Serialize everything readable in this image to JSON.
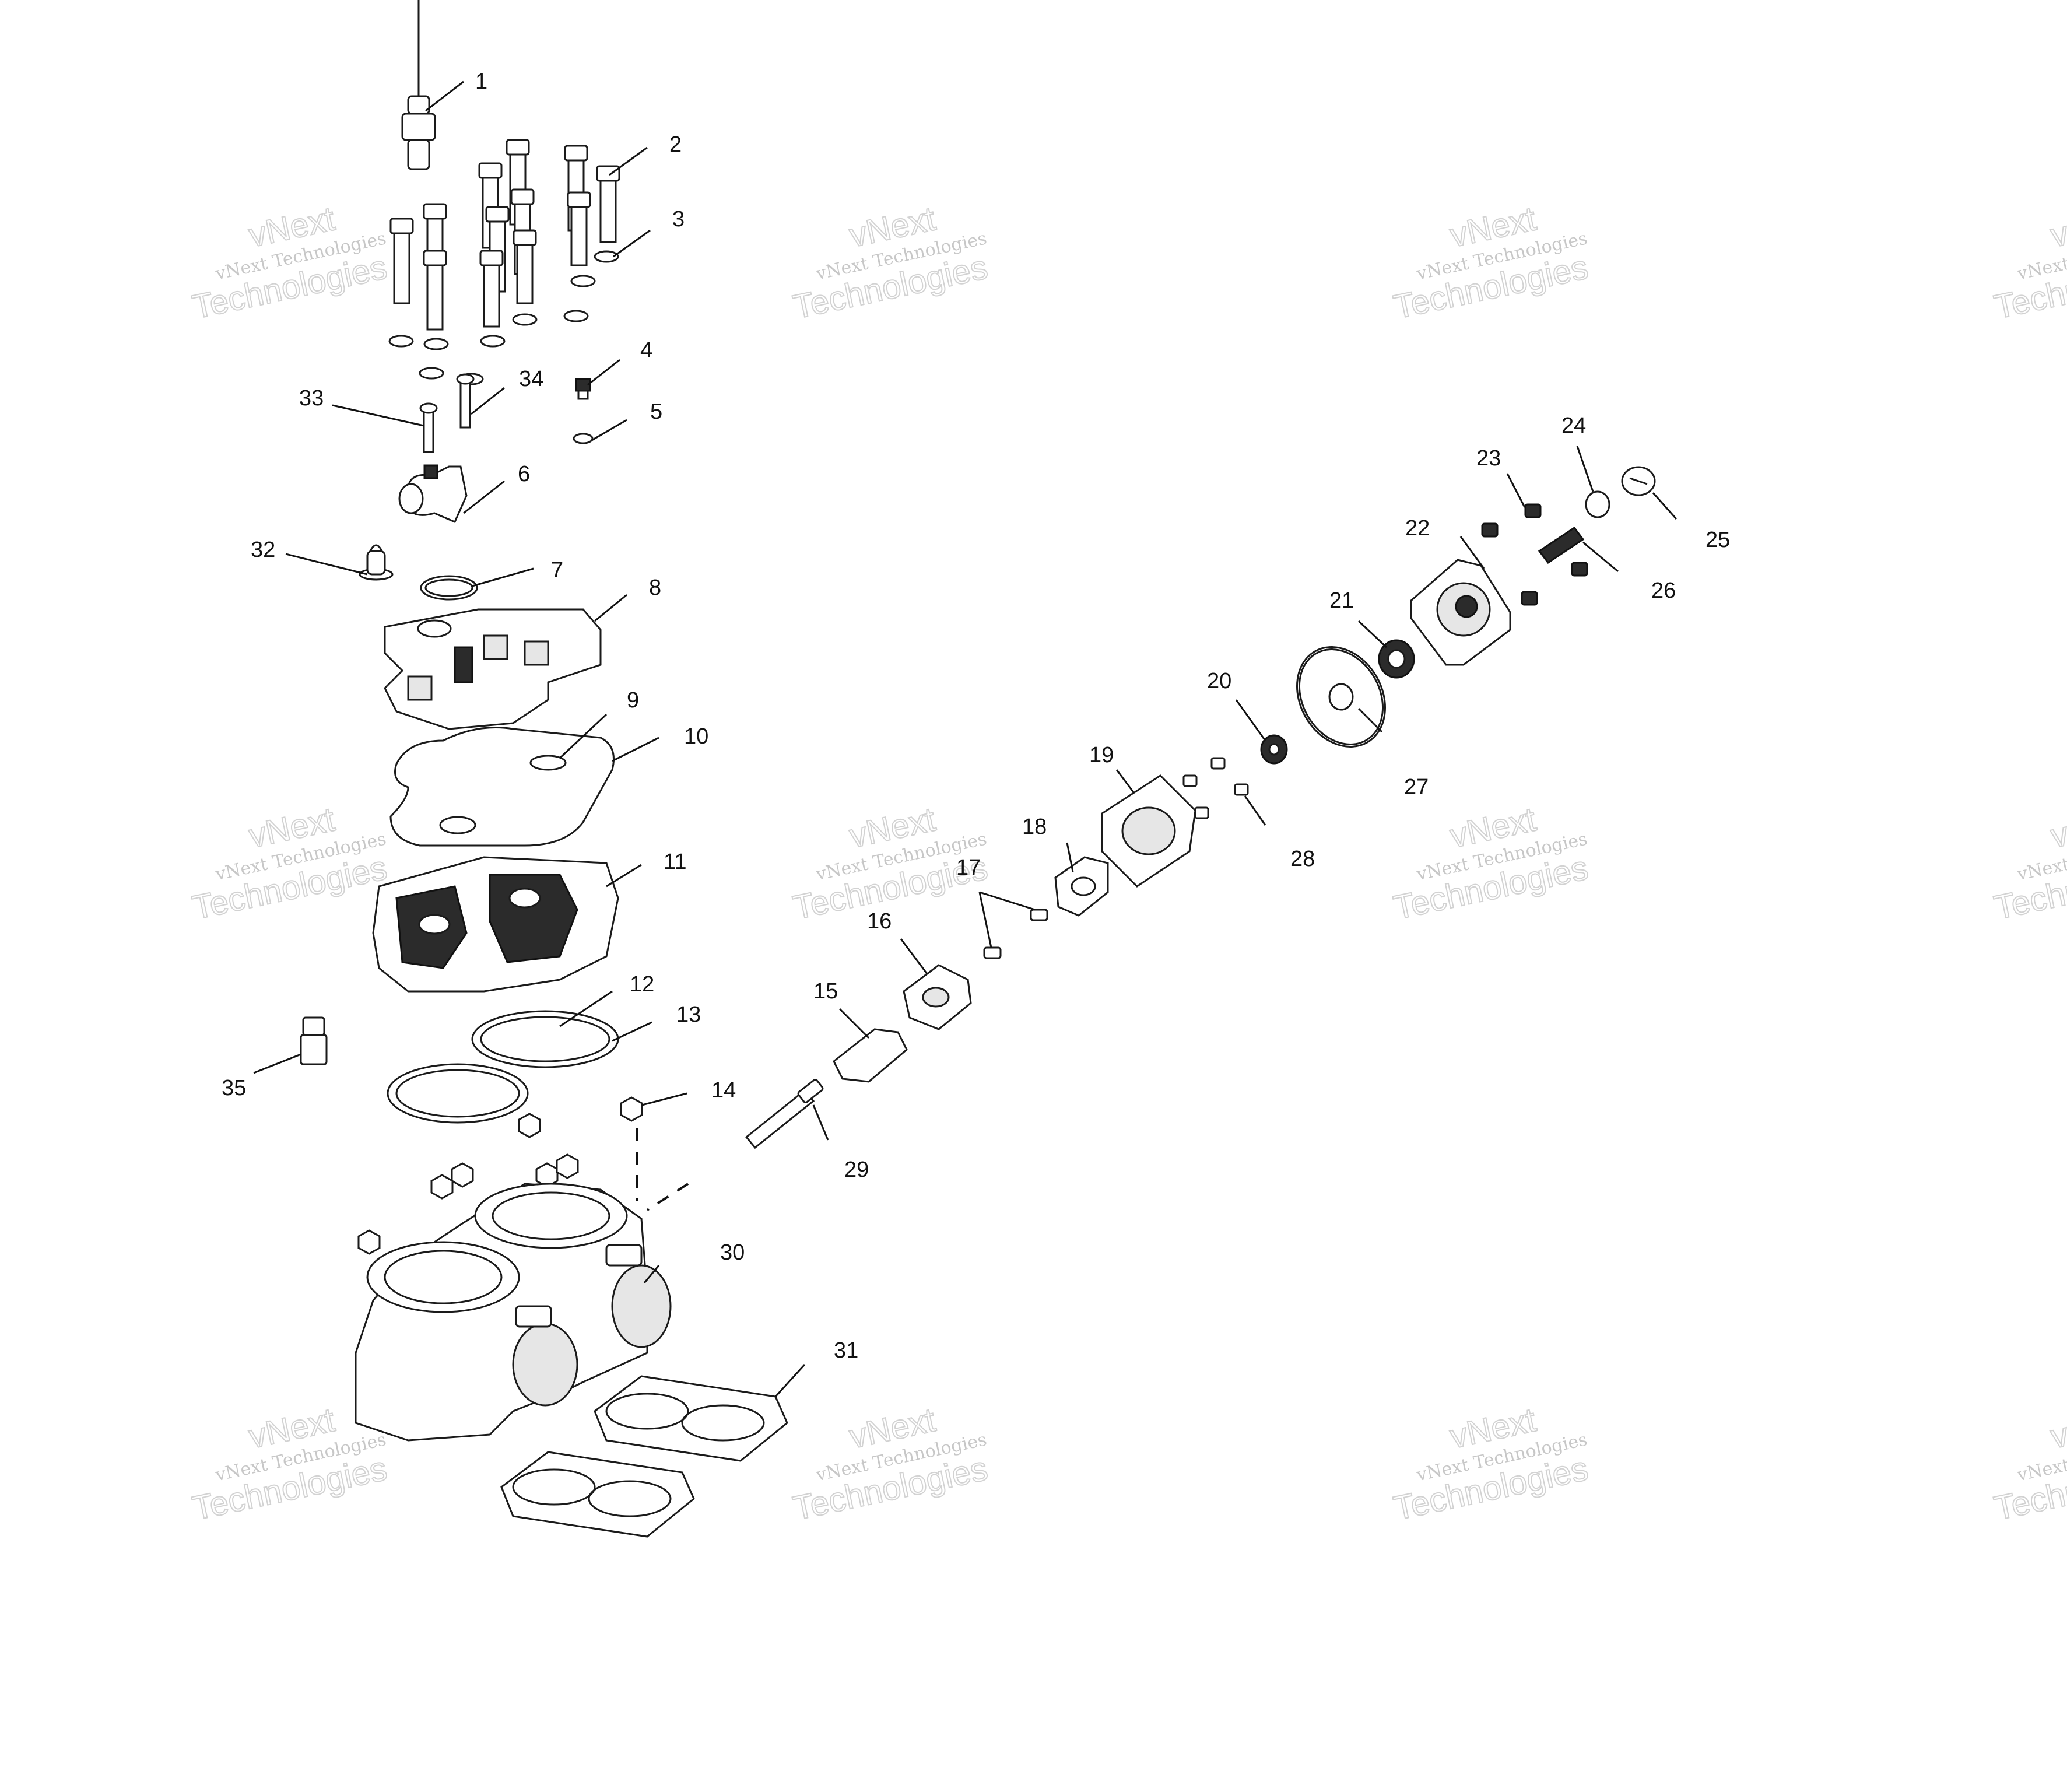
{
  "watermark": {
    "line_small": "vNext Technologies",
    "line_big_1": "vNext",
    "line_big_2": "Technologies"
  },
  "callouts": [
    "1",
    "2",
    "3",
    "4",
    "5",
    "6",
    "7",
    "8",
    "9",
    "10",
    "11",
    "12",
    "13",
    "14",
    "15",
    "16",
    "17",
    "18",
    "19",
    "20",
    "21",
    "22",
    "23",
    "24",
    "25",
    "26",
    "27",
    "28",
    "29",
    "30",
    "31",
    "32",
    "33",
    "34",
    "35"
  ]
}
